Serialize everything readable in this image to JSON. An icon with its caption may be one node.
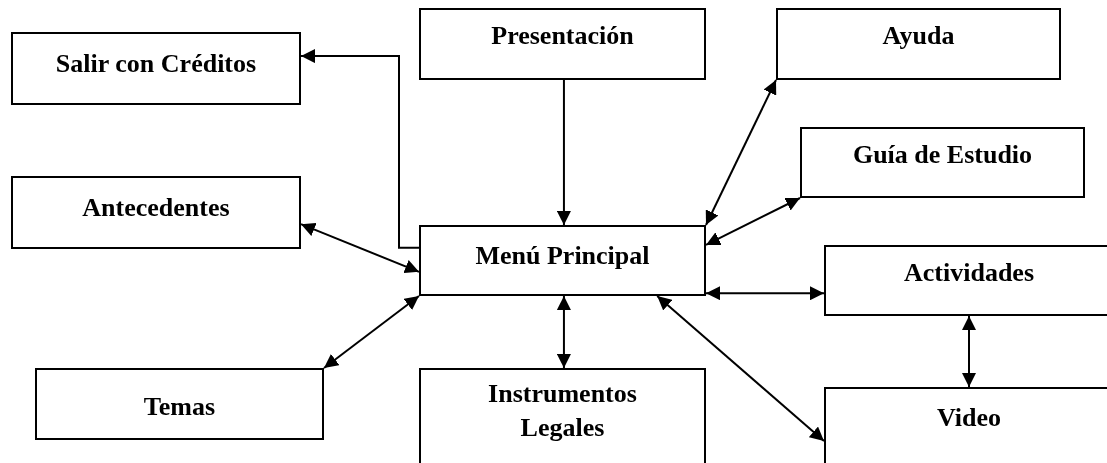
{
  "diagram": {
    "nodes": [
      {
        "text": [
          "Salir con Créditos"
        ]
      },
      {
        "text": [
          "Presentación"
        ]
      },
      {
        "text": [
          "Ayuda"
        ]
      },
      {
        "text": [
          "Antecedentes"
        ]
      },
      {
        "text": [
          "Guía de Estudio"
        ]
      },
      {
        "text": [
          "Menú Principal"
        ]
      },
      {
        "text": [
          "Actividades"
        ]
      },
      {
        "text": [
          "Temas"
        ]
      },
      {
        "text": [
          "Instrumentos Legales"
        ]
      },
      {
        "text": [
          "Video"
        ]
      }
    ],
    "edges": [
      {
        "from": 5,
        "to": 0,
        "arrow": "to"
      },
      {
        "from": 1,
        "to": 5,
        "arrow": "to"
      },
      {
        "from": 5,
        "to": 2,
        "arrow": "both"
      },
      {
        "from": 5,
        "to": 4,
        "arrow": "both"
      },
      {
        "from": 3,
        "to": 5,
        "arrow": "both"
      },
      {
        "from": 5,
        "to": 6,
        "arrow": "both"
      },
      {
        "from": 7,
        "to": 5,
        "arrow": "both"
      },
      {
        "from": 5,
        "to": 8,
        "arrow": "both"
      },
      {
        "from": 5,
        "to": 9,
        "arrow": "both"
      },
      {
        "from": 6,
        "to": 9,
        "arrow": "both"
      }
    ]
  }
}
